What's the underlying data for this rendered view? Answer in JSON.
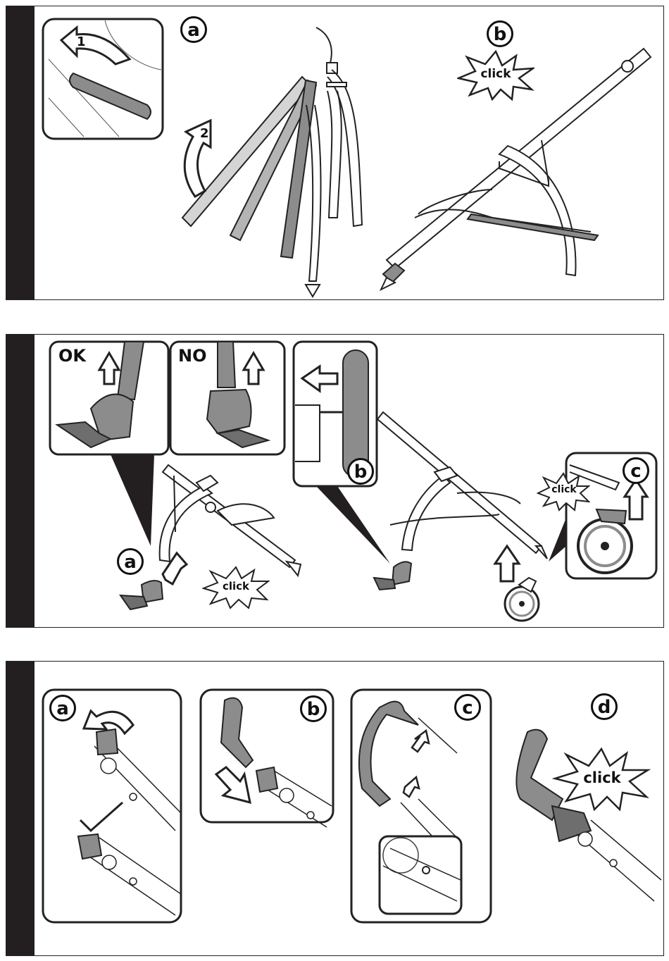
{
  "colors": {
    "bar": "#231f20",
    "line": "#222222",
    "part_gray": "#8c8c8c",
    "part_light": "#c9c9c9",
    "bg": "#ffffff"
  },
  "section1": {
    "label_a": "a",
    "label_b": "b",
    "step1": "1",
    "step2": "2",
    "click": "click"
  },
  "section2": {
    "ok": "OK",
    "no": "NO",
    "label_a": "a",
    "label_b": "b",
    "label_c": "c",
    "click_wheel": "click",
    "click_bottom": "click"
  },
  "section3": {
    "label_a": "a",
    "label_b": "b",
    "label_c": "c",
    "label_d": "d",
    "click": "click"
  },
  "icons": [
    "curved-arrow-icon",
    "up-arrow-icon",
    "left-arrow-icon",
    "down-right-arrow-icon",
    "starburst-icon",
    "checkmark-icon"
  ]
}
